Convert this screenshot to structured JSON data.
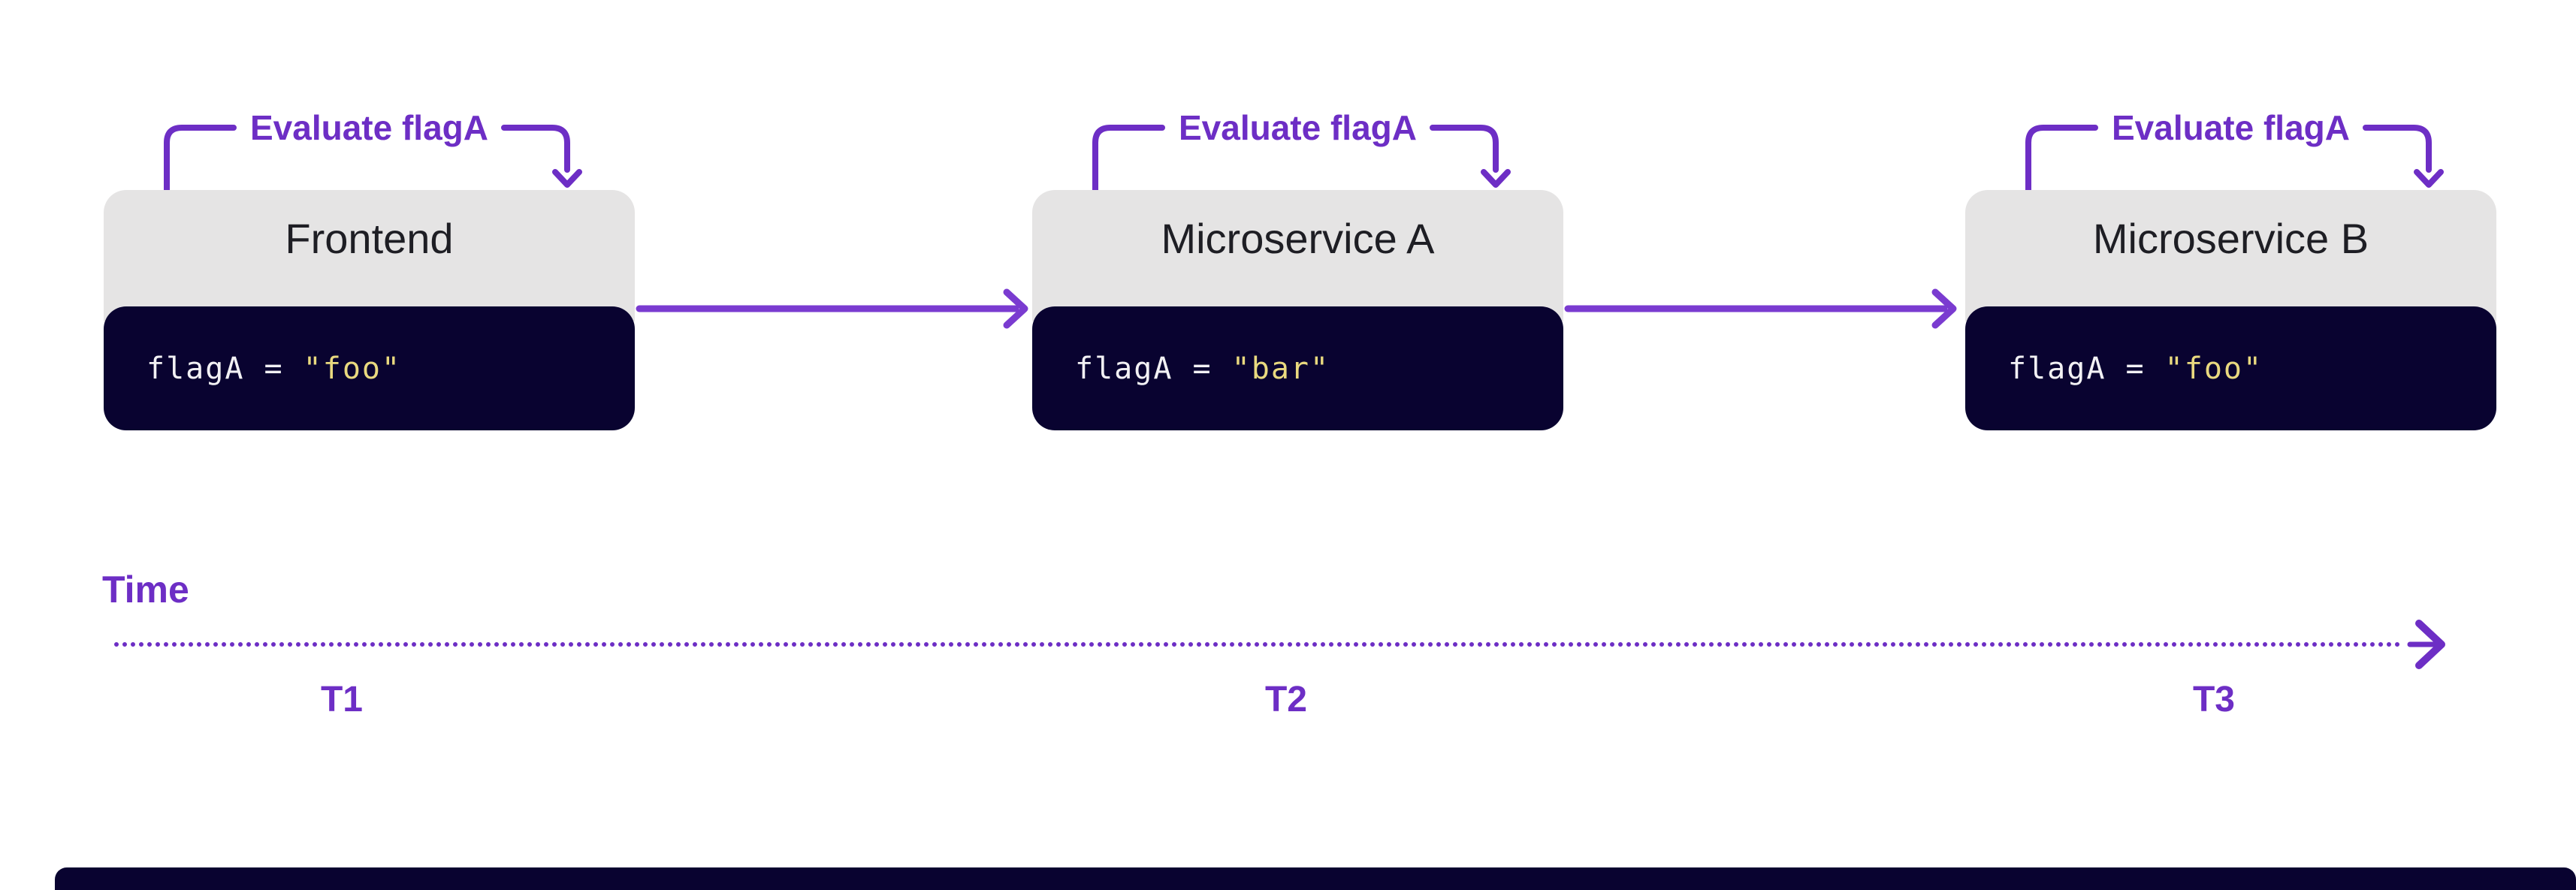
{
  "diagram": {
    "description": "Feature flag evaluation across services over time",
    "colors": {
      "background": "#ffffff",
      "header_gray": "#e5e4e4",
      "code_navy": "#090330",
      "accent_purple": "#6d2ec5",
      "arrow_purple": "#7a3bd0",
      "title_dark": "#1e1e24",
      "code_text": "#f2f1f4",
      "code_string_yellow": "#e9d97f"
    }
  },
  "services": [
    {
      "name": "Frontend",
      "annotation": "Evaluate flagA",
      "code_keyword": "flagA = ",
      "code_value": "\"foo\""
    },
    {
      "name": "Microservice A",
      "annotation": "Evaluate flagA",
      "code_keyword": "flagA = ",
      "code_value": "\"bar\""
    },
    {
      "name": "Microservice B",
      "annotation": "Evaluate flagA",
      "code_keyword": "flagA = ",
      "code_value": "\"foo\""
    }
  ],
  "timeline": {
    "label": "Time",
    "ticks": [
      "T1",
      "T2",
      "T3"
    ]
  }
}
